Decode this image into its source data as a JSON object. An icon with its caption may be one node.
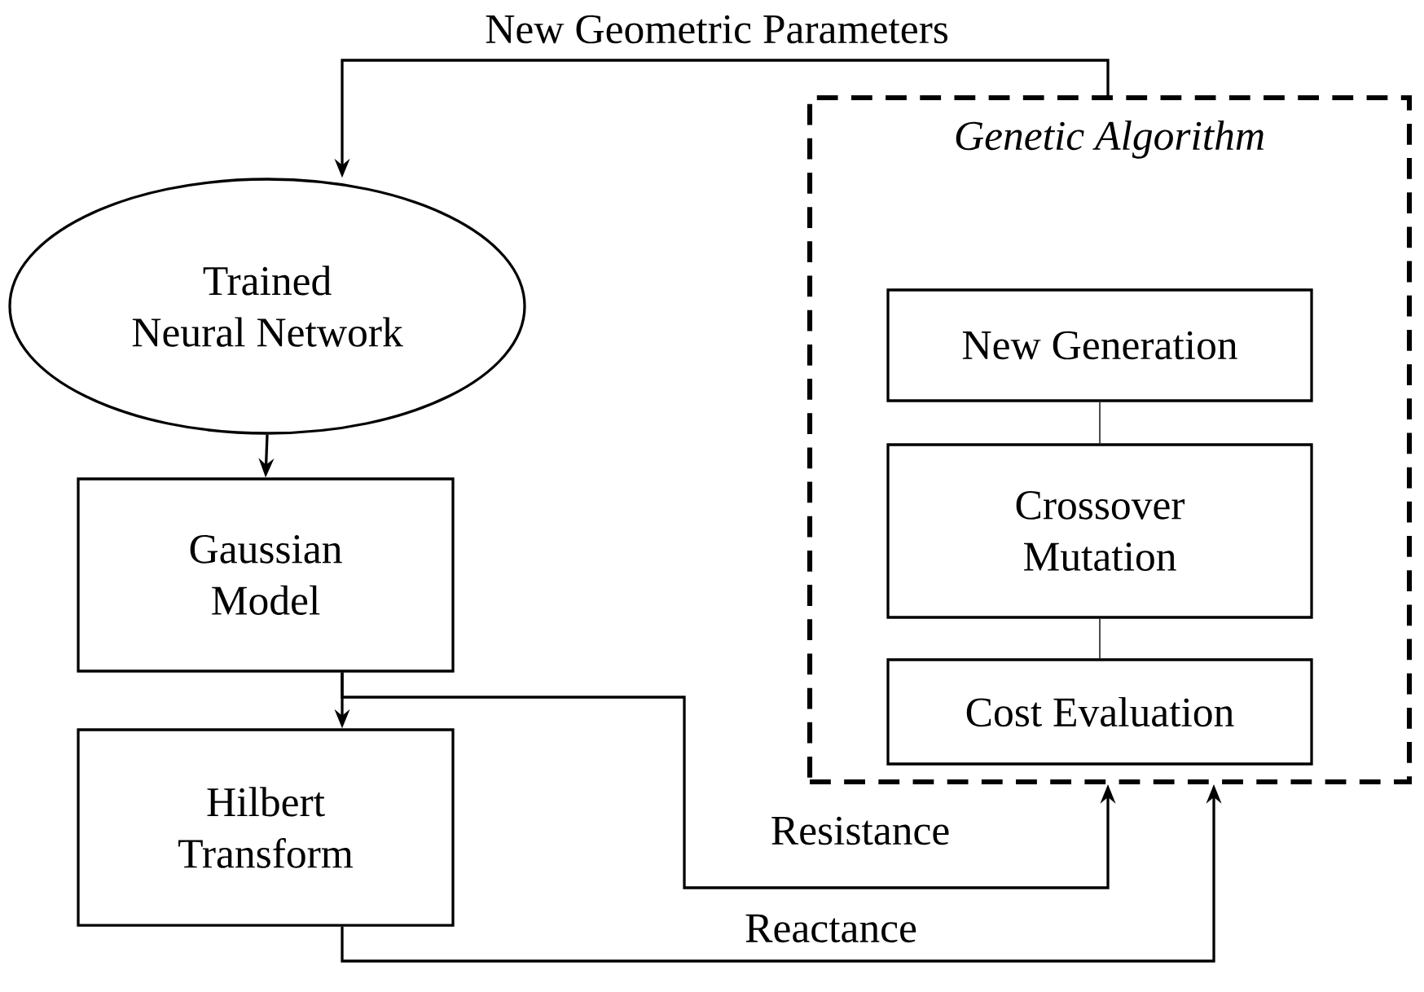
{
  "diagram": {
    "nodes": [
      {
        "text": [
          "Trained Neural Network"
        ]
      },
      {
        "text": [
          "Gaussian Model"
        ]
      },
      {
        "text": [
          "Hilbert Transform"
        ]
      },
      {
        "text": [
          "Genetic Algorithm"
        ]
      },
      {
        "text": [
          "New Generation"
        ],
        "in": 3
      },
      {
        "text": [
          "Crossover Mutation"
        ],
        "in": 3
      },
      {
        "text": [
          "Cost Evaluation"
        ],
        "in": 3
      }
    ],
    "edges": [
      {
        "from": 3,
        "to": 0,
        "arrow": "to",
        "label": "New Geometric Parameters"
      },
      {
        "from": 0,
        "to": 1,
        "arrow": "to"
      },
      {
        "from": 1,
        "to": 2,
        "arrow": "to"
      },
      {
        "from": 1,
        "to": 3,
        "arrow": "to",
        "label": "Resistance"
      },
      {
        "from": 2,
        "to": 3,
        "arrow": "to",
        "label": "Reactance"
      },
      {
        "from": 4,
        "to": 5,
        "arrow": "none"
      },
      {
        "from": 5,
        "to": 6,
        "arrow": "none"
      }
    ]
  }
}
